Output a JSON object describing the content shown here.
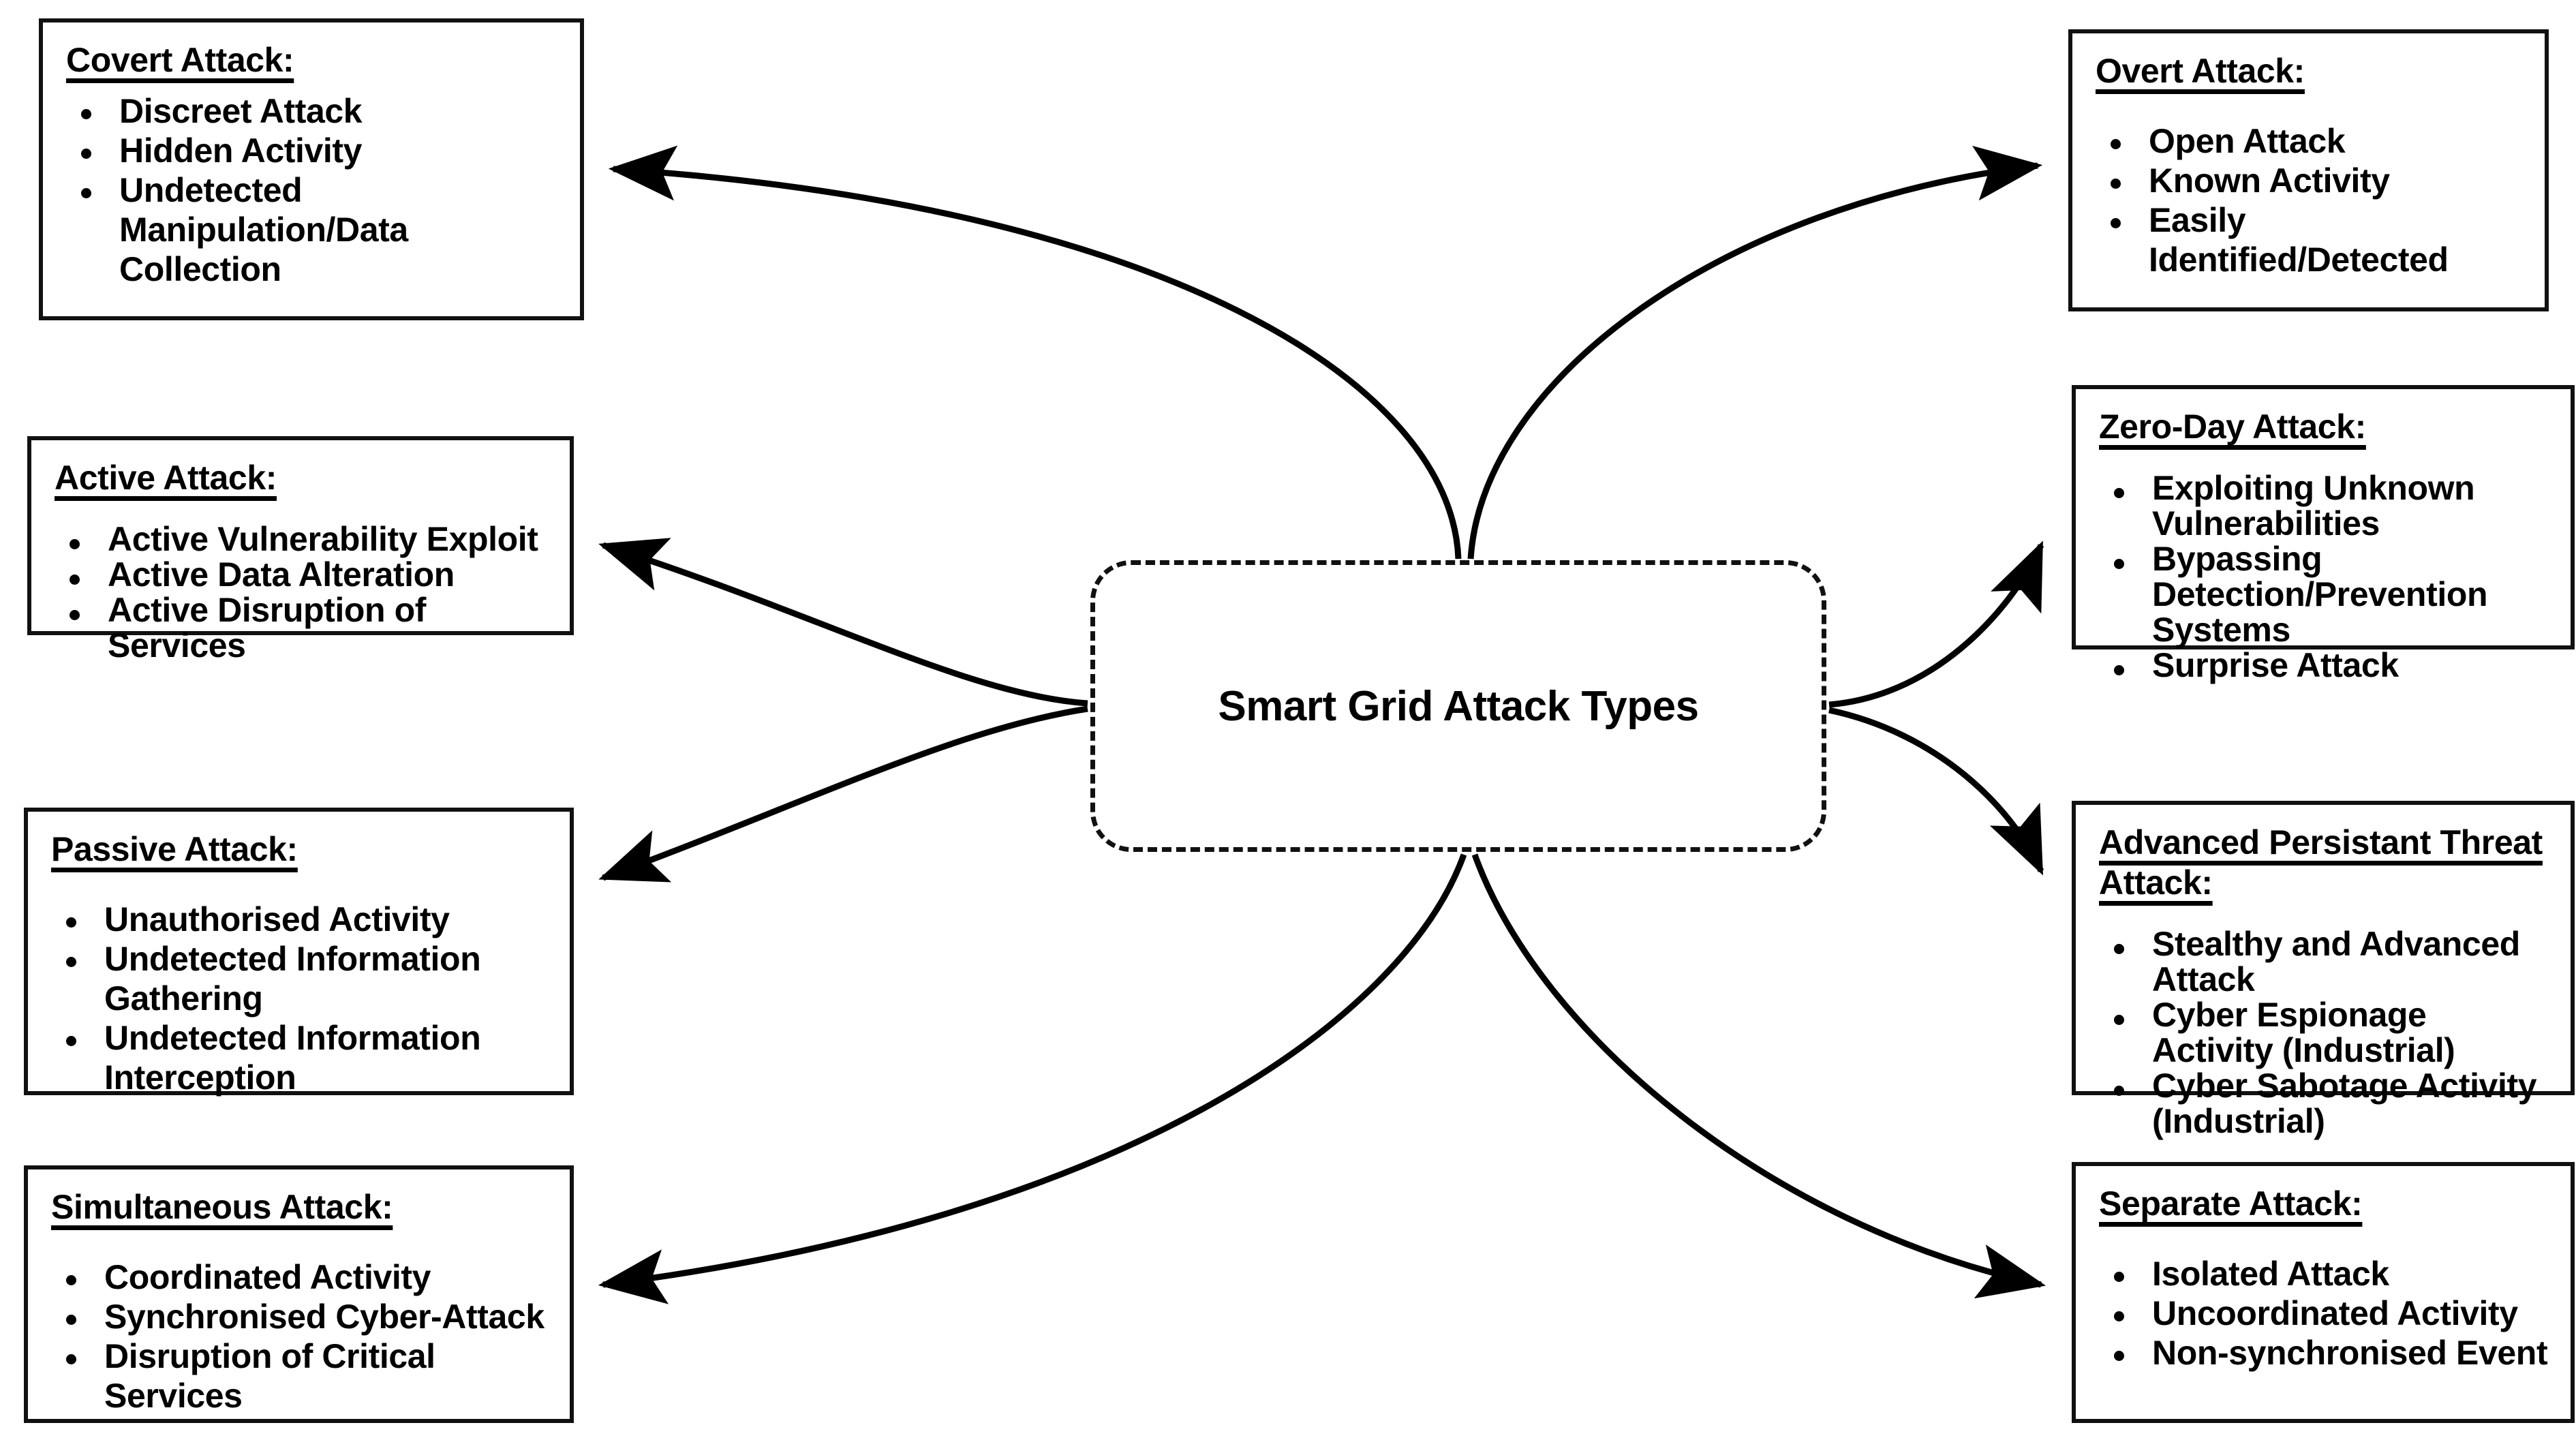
{
  "diagram": {
    "title": "Smart Grid Attack Types",
    "center_node": {
      "label": "Smart Grid Attack Types",
      "shape": "rounded-rectangle",
      "border_style": "dashed",
      "border_color": "#111111"
    },
    "style": {
      "background": "#ffffff",
      "box_border_color": "#111111",
      "text_color": "#000000",
      "connector_color": "#000000",
      "connector_style": "curved-arrow"
    },
    "nodes": [
      {
        "id": "covert",
        "side": "left",
        "title": "Covert Attack:",
        "items": [
          "Discreet Attack",
          "Hidden Activity",
          "Undetected Manipulation/Data Collection"
        ]
      },
      {
        "id": "active",
        "side": "left",
        "title": "Active Attack:",
        "items": [
          "Active Vulnerability Exploit",
          "Active Data Alteration",
          "Active Disruption of Services"
        ]
      },
      {
        "id": "passive",
        "side": "left",
        "title": "Passive Attack:",
        "items": [
          "Unauthorised Activity",
          "Undetected Information Gathering",
          "Undetected Information Interception"
        ]
      },
      {
        "id": "simultaneous",
        "side": "left",
        "title": "Simultaneous Attack:",
        "items": [
          "Coordinated Activity",
          "Synchronised Cyber-Attack",
          "Disruption of Critical Services"
        ]
      },
      {
        "id": "overt",
        "side": "right",
        "title": "Overt Attack:",
        "items": [
          "Open Attack",
          "Known Activity",
          "Easily Identified/Detected"
        ]
      },
      {
        "id": "zeroday",
        "side": "right",
        "title": "Zero-Day Attack:",
        "items": [
          "Exploiting Unknown Vulnerabilities",
          "Bypassing Detection/Prevention Systems",
          "Surprise Attack"
        ]
      },
      {
        "id": "apt",
        "side": "right",
        "title": "Advanced Persistant Threat Attack:",
        "items": [
          "Stealthy and Advanced Attack",
          "Cyber Espionage Activity (Industrial)",
          "Cyber Sabotage Activity (Industrial)"
        ]
      },
      {
        "id": "separate",
        "side": "right",
        "title": "Separate Attack:",
        "items": [
          "Isolated Attack",
          "Uncoordinated Activity",
          "Non-synchronised Event"
        ]
      }
    ]
  }
}
